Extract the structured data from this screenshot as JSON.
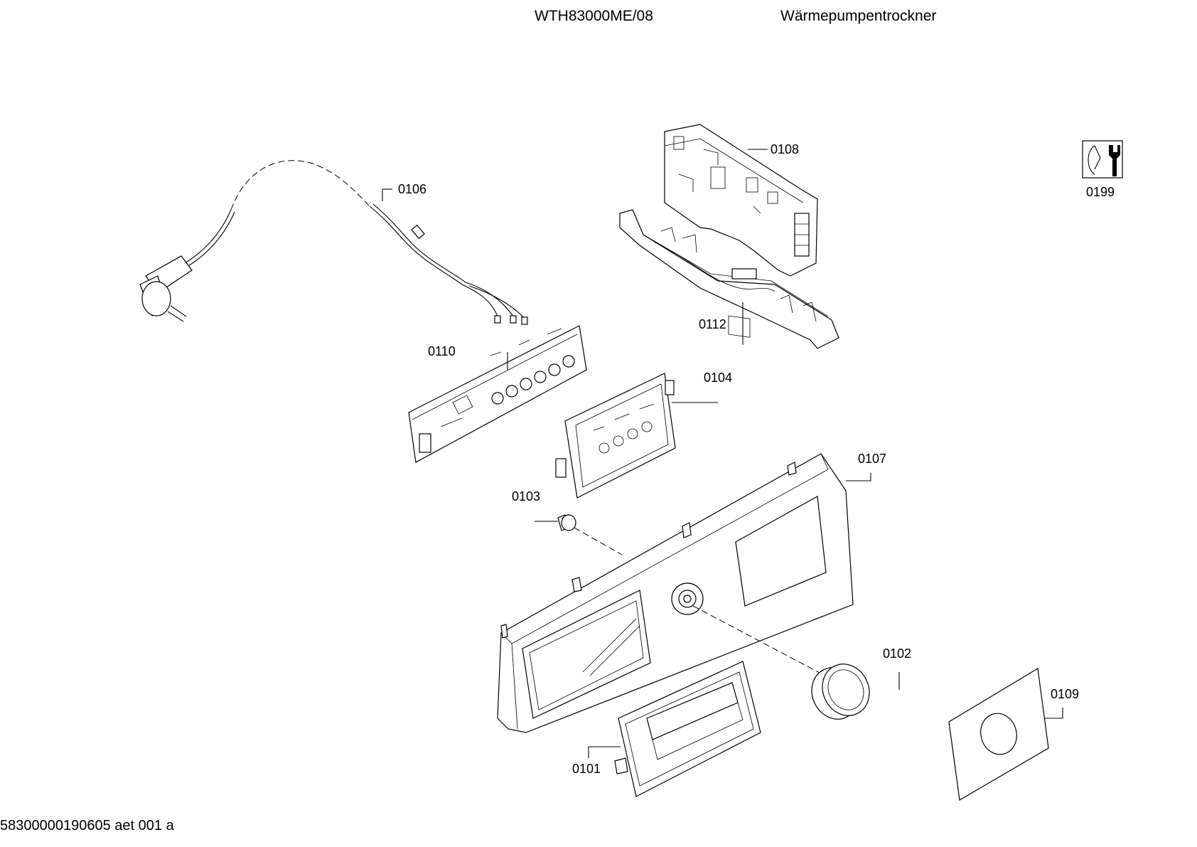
{
  "header": {
    "model": "WTH83000ME/08",
    "description": "Wärmepumpentrockner"
  },
  "footer": {
    "doc_code": "58300000190605 aet 001 a"
  },
  "parts": [
    {
      "id": "p0101",
      "label": "0101"
    },
    {
      "id": "p0102",
      "label": "0102"
    },
    {
      "id": "p0103",
      "label": "0103"
    },
    {
      "id": "p0104",
      "label": "0104"
    },
    {
      "id": "p0106",
      "label": "0106"
    },
    {
      "id": "p0107",
      "label": "0107"
    },
    {
      "id": "p0108",
      "label": "0108"
    },
    {
      "id": "p0109",
      "label": "0109"
    },
    {
      "id": "p0110",
      "label": "0110"
    },
    {
      "id": "p0112",
      "label": "0112"
    },
    {
      "id": "p0199",
      "label": "0199"
    }
  ],
  "icons": {
    "service_icon": "wrench-service-icon"
  }
}
